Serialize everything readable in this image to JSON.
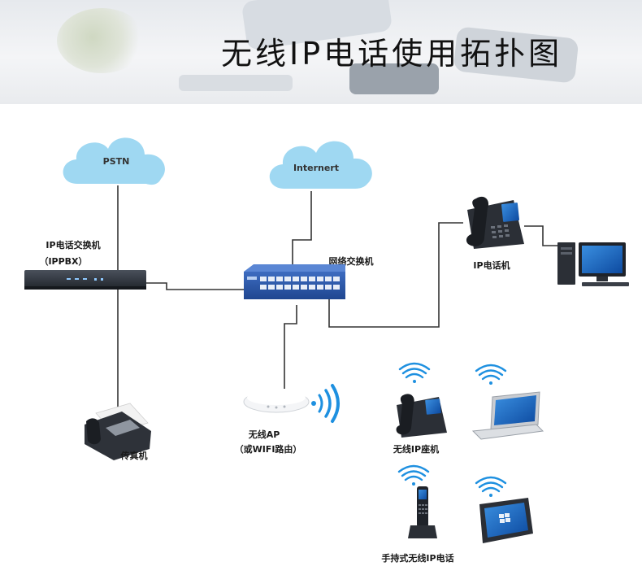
{
  "banner": {
    "title": "无线IP电话使用拓扑图"
  },
  "nodes": {
    "pstn": {
      "label": "PSTN"
    },
    "internet": {
      "label": "Internert"
    },
    "ippbx": {
      "label_line1": "IP电话交换机",
      "label_line2": "（IPPBX）"
    },
    "network_switch": {
      "label": "网络交换机"
    },
    "ip_phone": {
      "label": "IP电话机"
    },
    "fax": {
      "label": "传真机"
    },
    "wireless_ap": {
      "label_line1": "无线AP",
      "label_line2": "（或WIFI路由）"
    },
    "wireless_desk_phone": {
      "label": "无线IP座机"
    },
    "handheld_phone": {
      "label": "手持式无线IP电话"
    }
  },
  "colors": {
    "cloud": "#9fd8f2",
    "switch_body": "#2c57a8",
    "link_line": "#333333",
    "wifi_icon": "#1e90e0",
    "pbx_body": "#2b3038"
  }
}
